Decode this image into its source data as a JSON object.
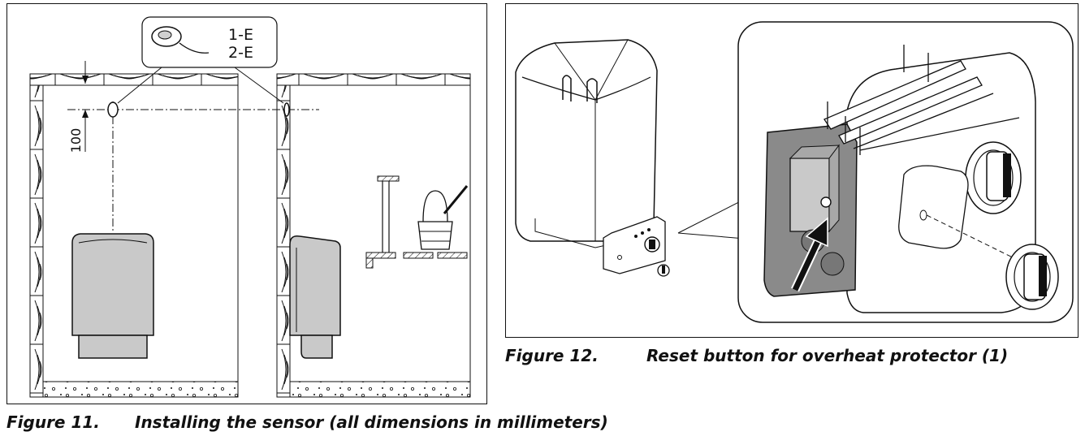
{
  "figure11": {
    "number": "Figure 11.",
    "caption": "Installing the sensor (all dimensions in millimeters)",
    "callout_label_1": "1-E",
    "callout_label_2": "2-E",
    "dimension_value": "100"
  },
  "figure12": {
    "number": "Figure 12.",
    "caption": "Reset button for overheat protector (1)"
  },
  "colors": {
    "line": "#111111",
    "heater_fill": "#c9c9c9",
    "heater_dark": "#a8a8a8",
    "panel_fill": "#8a8a8a",
    "background": "#ffffff"
  },
  "icons": [
    "temperature-sensor-icon",
    "sauna-heater-icon",
    "bucket-ladle-icon",
    "reset-arrow-icon"
  ]
}
